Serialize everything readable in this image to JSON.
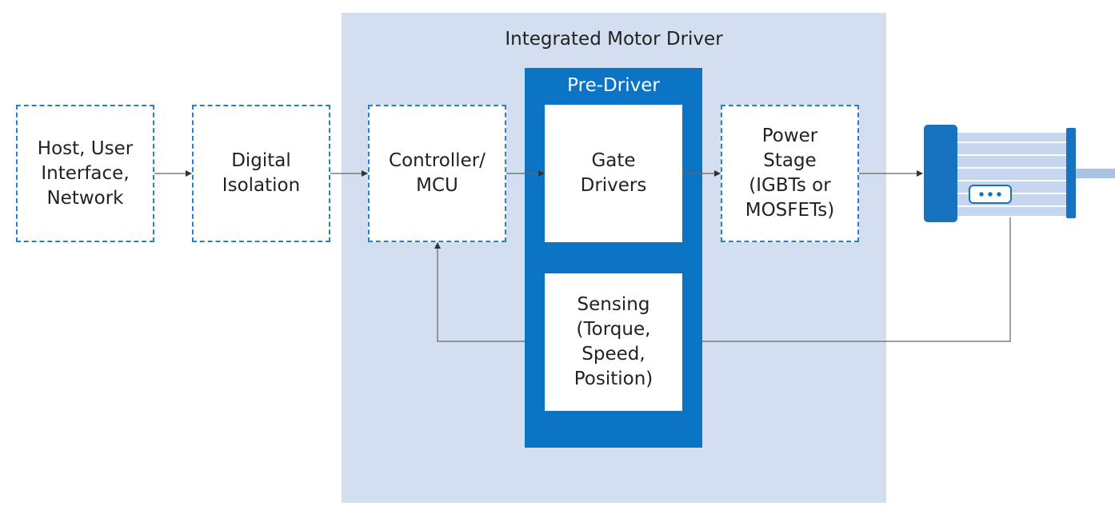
{
  "group": {
    "title": "Integrated Motor Driver"
  },
  "predriver": {
    "title": "Pre-Driver"
  },
  "blocks": {
    "host": "Host, User\nInterface,\nNetwork",
    "isolation": "Digital\nIsolation",
    "controller": "Controller/\nMCU",
    "gate_drivers": "Gate\nDrivers",
    "power_stage": "Power\nStage\n(IGBTs or\nMOSFETs)",
    "sensing": "Sensing\n(Torque,\nSpeed,\nPosition)"
  },
  "colors": {
    "group_bg": "#d3def0",
    "predriver_bg": "#0b74c4",
    "dash_border": "#2a7fc8",
    "motor_dark": "#1772c0",
    "motor_light": "#c5d6ee",
    "wire": "#666666"
  },
  "motor": {
    "icon": "motor-icon"
  }
}
